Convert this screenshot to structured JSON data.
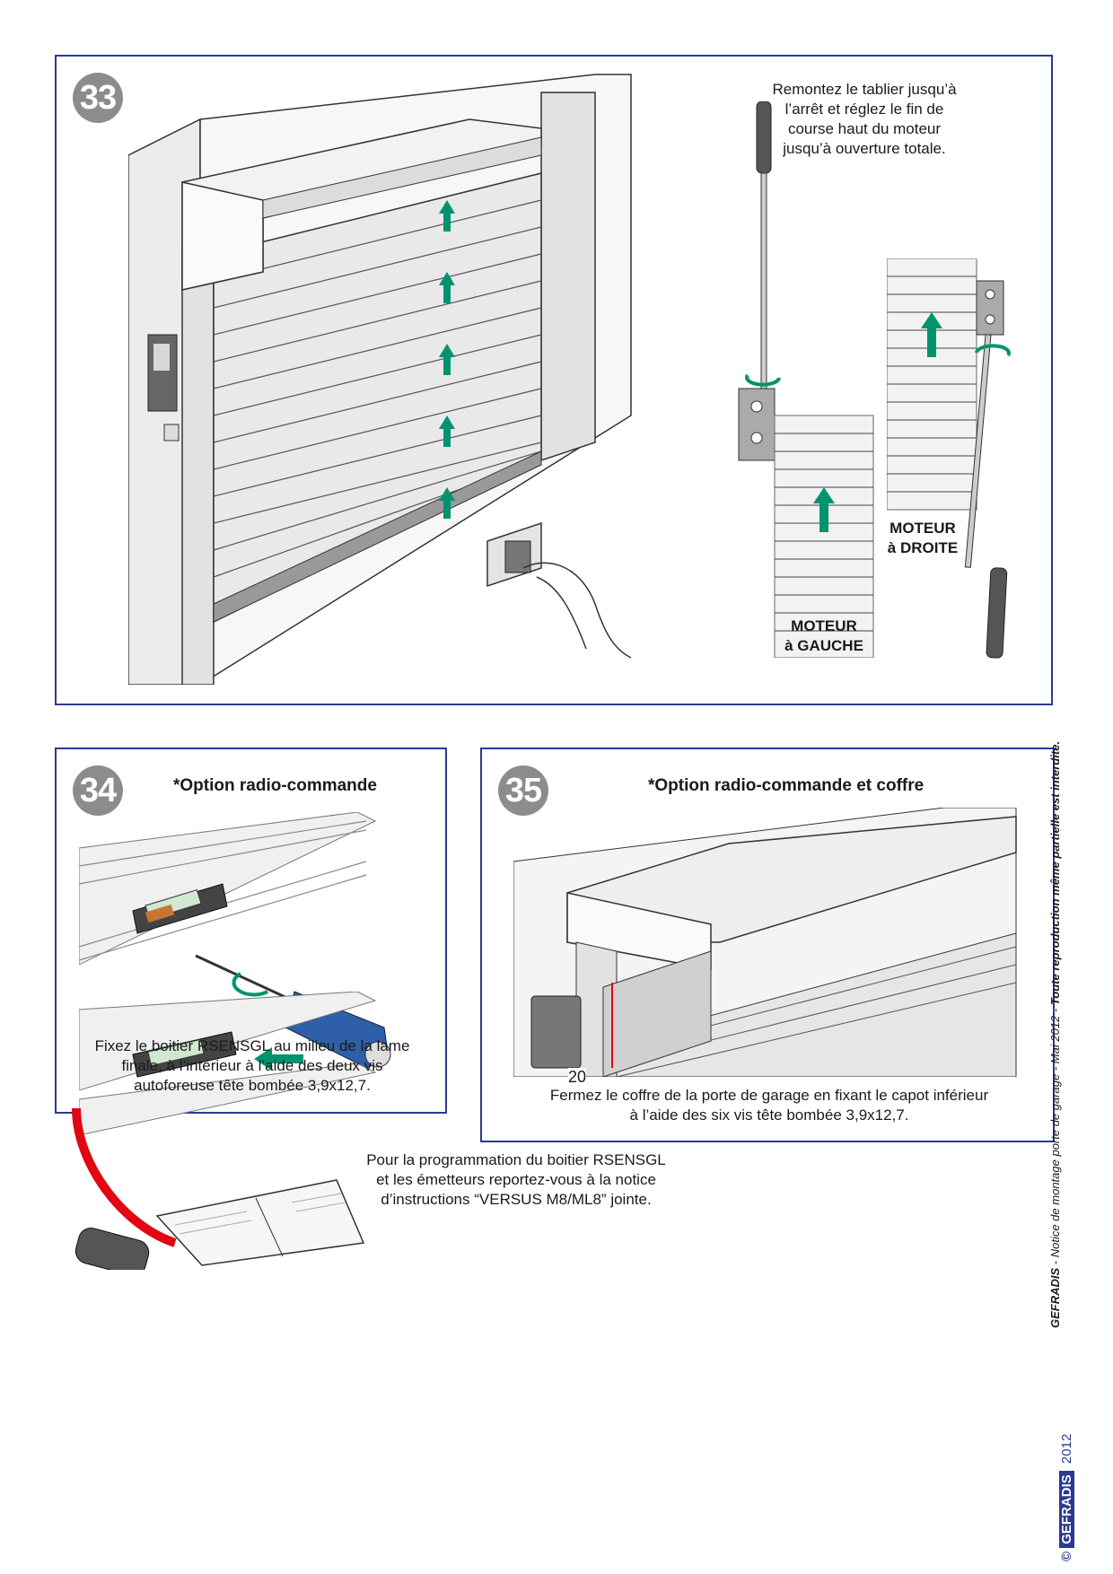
{
  "step33": {
    "number": "33",
    "instruction_lines": [
      "Remontez le tablier jusqu’à",
      "l’arrêt et réglez le fin de",
      "course haut du moteur",
      "jusqu’à ouverture totale."
    ],
    "label_left_lines": [
      "MOTEUR",
      "à GAUCHE"
    ],
    "label_right_lines": [
      "MOTEUR",
      "à DROITE"
    ]
  },
  "step34": {
    "number": "34",
    "title": "*Option radio-commande",
    "caption_lines": [
      "Fixez le boitier RSENSGL au milieu de la lame",
      "finale, à l’intérieur à l’aide des deux vis",
      "autoforeuse tête bombée 3,9x12,7."
    ]
  },
  "step35": {
    "number": "35",
    "title": "*Option radio-commande et coffre",
    "dimension": "20",
    "caption_lines": [
      "Fermez le coffre de la porte de garage en fixant le capot inférieur",
      "à l’aide des six vis tête bombée 3,9x12,7."
    ]
  },
  "bottom_note_lines": [
    "Pour la programmation du boitier RSENSGL",
    "et les émetteurs reportez-vous à la notice",
    "d’instructions “VERSUS M8/ML8” jointe."
  ],
  "side_text": {
    "brand": "GEFRADIS",
    "middle": " - Notice de montage porte de garage - Mai 2012 - ",
    "bold": "Toute reproduction même partielle est interdite."
  },
  "logo": {
    "brand": "GEFRADIS",
    "year": "2012",
    "copyright": "©"
  },
  "colors": {
    "border": "#2b3990",
    "arrow": "#00936e",
    "step_circle": "#8c8c8c",
    "red_line": "#e30613"
  }
}
